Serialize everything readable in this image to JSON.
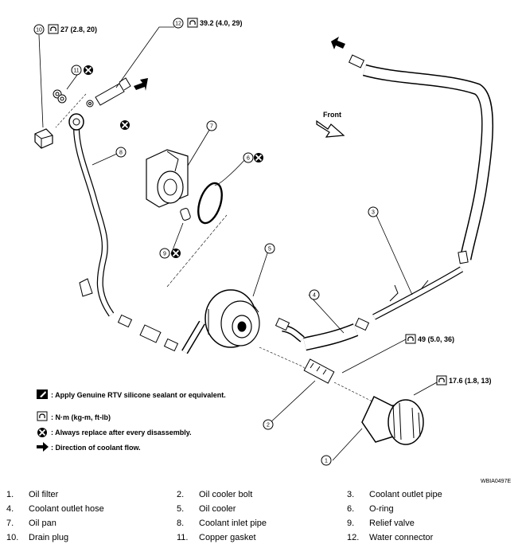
{
  "torques": {
    "t10": "27 (2.8, 20)",
    "t12": "39.2 (4.0, 29)",
    "t2": "49 (5.0, 36)",
    "t1": "17.6 (1.8, 13)"
  },
  "front_label": "Front",
  "callouts": [
    "1",
    "2",
    "3",
    "4",
    "5",
    "6",
    "7",
    "8",
    "9",
    "10",
    "11",
    "12"
  ],
  "legend": {
    "sealant": ": Apply Genuine RTV silicone sealant or equivalent.",
    "torque": ": N·m (kg-m, ft-lb)",
    "replace": ": Always replace after every disassembly.",
    "flow": ": Direction of coolant flow."
  },
  "figure_code": "WBIA0497E",
  "parts": [
    {
      "num": "1.",
      "name": "Oil filter"
    },
    {
      "num": "2.",
      "name": "Oil cooler bolt"
    },
    {
      "num": "3.",
      "name": "Coolant outlet pipe"
    },
    {
      "num": "4.",
      "name": "Coolant outlet hose"
    },
    {
      "num": "5.",
      "name": "Oil cooler"
    },
    {
      "num": "6.",
      "name": "O-ring"
    },
    {
      "num": "7.",
      "name": "Oil pan"
    },
    {
      "num": "8.",
      "name": "Coolant inlet pipe"
    },
    {
      "num": "9.",
      "name": "Relief valve"
    },
    {
      "num": "10.",
      "name": "Drain plug"
    },
    {
      "num": "11.",
      "name": "Copper gasket"
    },
    {
      "num": "12.",
      "name": "Water connector"
    }
  ]
}
